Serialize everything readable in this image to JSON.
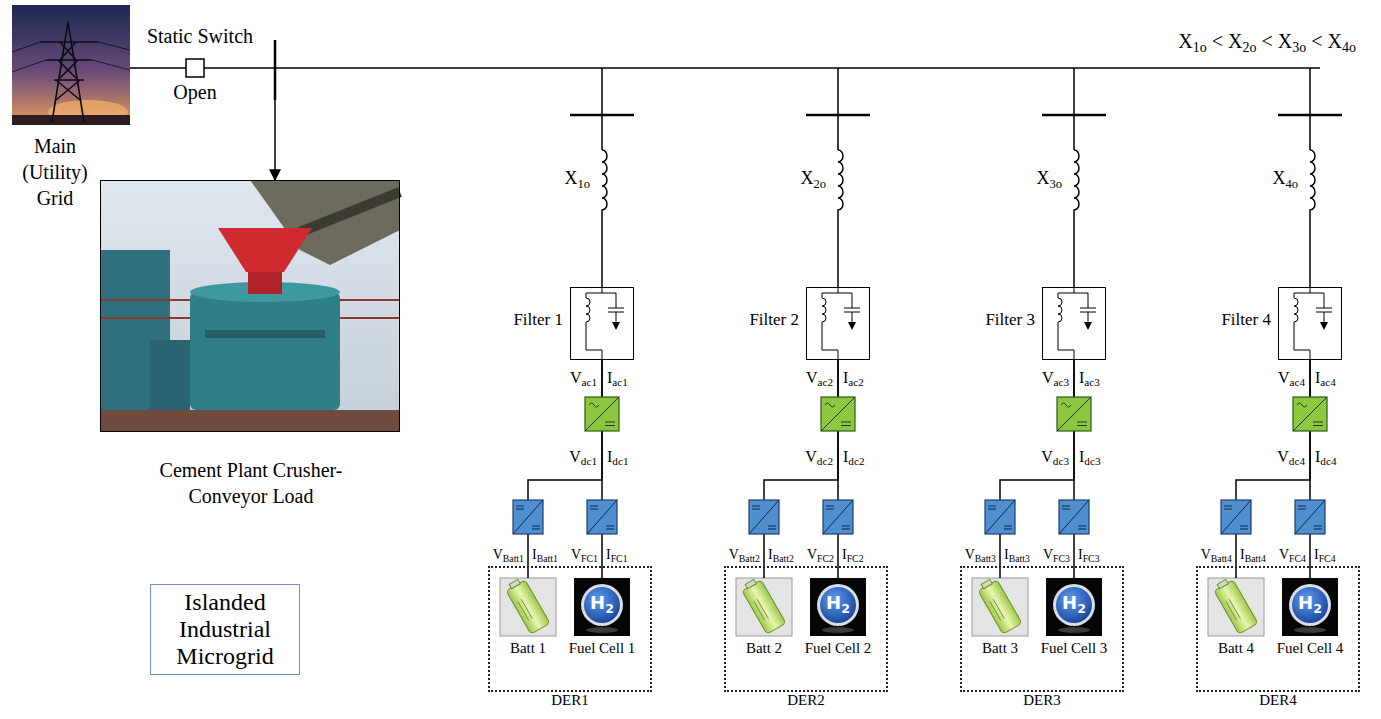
{
  "diagram": {
    "nodes": [
      {
        "text": [
          "Main (Utility) Grid"
        ]
      },
      {
        "text": [
          "Cement Plant Crusher-Conveyor Load"
        ]
      },
      {
        "text": [
          "Islanded Industrial Microgrid"
        ]
      },
      {
        "text": [
          "Filter 1"
        ]
      },
      {
        "text": [
          "DER1"
        ]
      },
      {
        "text": [
          "Batt 1"
        ],
        "in": 4
      },
      {
        "text": [
          "H2",
          "Fuel Cell 1"
        ],
        "in": 4
      },
      {
        "text": [
          "Filter 2"
        ]
      },
      {
        "text": [
          "DER2"
        ]
      },
      {
        "text": [
          "Batt 2"
        ],
        "in": 8
      },
      {
        "text": [
          "H2",
          "Fuel Cell 2"
        ],
        "in": 8
      },
      {
        "text": [
          "Filter 3"
        ]
      },
      {
        "text": [
          "DER3"
        ]
      },
      {
        "text": [
          "Batt 3"
        ],
        "in": 12
      },
      {
        "text": [
          "H2",
          "Fuel Cell 3"
        ],
        "in": 12
      },
      {
        "text": [
          "Filter 4"
        ]
      },
      {
        "text": [
          "DER4"
        ]
      },
      {
        "text": [
          "Batt 4"
        ],
        "in": 16
      },
      {
        "text": [
          "H2",
          "Fuel Cell 4"
        ],
        "in": 16
      }
    ],
    "edges": [
      {
        "from": 0,
        "to": 1,
        "arrow": "to"
      },
      {
        "from": 5,
        "to": 3,
        "arrow": "none"
      },
      {
        "from": 6,
        "to": 3,
        "arrow": "none"
      },
      {
        "from": 9,
        "to": 7,
        "arrow": "none"
      },
      {
        "from": 10,
        "to": 7,
        "arrow": "none"
      },
      {
        "from": 13,
        "to": 11,
        "arrow": "none"
      },
      {
        "from": 14,
        "to": 11,
        "arrow": "none"
      },
      {
        "from": 17,
        "to": 15,
        "arrow": "none"
      },
      {
        "from": 18,
        "to": 15,
        "arrow": "none"
      }
    ],
    "labels": [
      "Static Switch",
      "Open",
      "X1o < X2o < X3o < X4o",
      "X1o",
      "Vac1",
      "Iac1",
      "Vdc1",
      "Idc1",
      "VBatt1",
      "IBatt1",
      "VFC1",
      "IFC1",
      "X2o",
      "Vac2",
      "Iac2",
      "Vdc2",
      "Idc2",
      "VBatt2",
      "IBatt2",
      "VFC2",
      "IFC2",
      "X3o",
      "Vac3",
      "Iac3",
      "Vdc3",
      "Idc3",
      "VBatt3",
      "IBatt3",
      "VFC3",
      "IFC3",
      "X4o",
      "Vac4",
      "Iac4",
      "Vdc4",
      "Idc4",
      "VBatt4",
      "IBatt4",
      "VFC4",
      "IFC4"
    ]
  }
}
